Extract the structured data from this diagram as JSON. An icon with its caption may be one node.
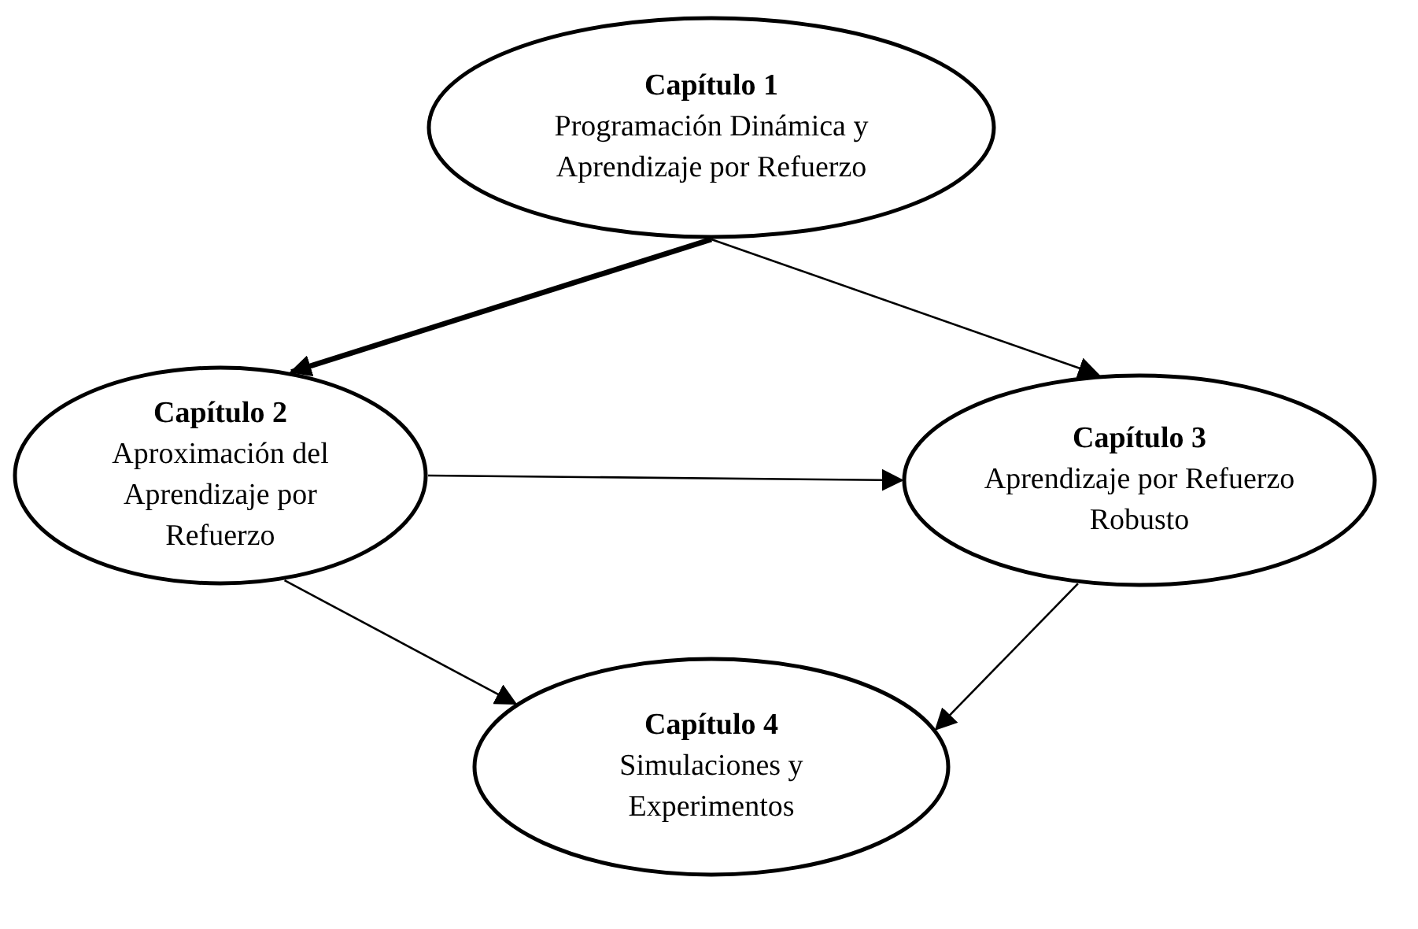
{
  "diagram": {
    "nodes": [
      {
        "text": [
          "Capítulo 1",
          "Programación Dinámica y Aprendizaje por Refuerzo"
        ]
      },
      {
        "text": [
          "Capítulo 2",
          "Aproximación del Aprendizaje por Refuerzo"
        ]
      },
      {
        "text": [
          "Capítulo 3",
          "Aprendizaje por Refuerzo Robusto"
        ]
      },
      {
        "text": [
          "Capítulo 4",
          "Simulaciones y Experimentos"
        ]
      }
    ],
    "edges": [
      {
        "from": 0,
        "to": 1,
        "arrow": "to",
        "style": "thick"
      },
      {
        "from": 0,
        "to": 2,
        "arrow": "to"
      },
      {
        "from": 1,
        "to": 2,
        "arrow": "to"
      },
      {
        "from": 1,
        "to": 3,
        "arrow": "to"
      },
      {
        "from": 2,
        "to": 3,
        "arrow": "to"
      }
    ]
  }
}
